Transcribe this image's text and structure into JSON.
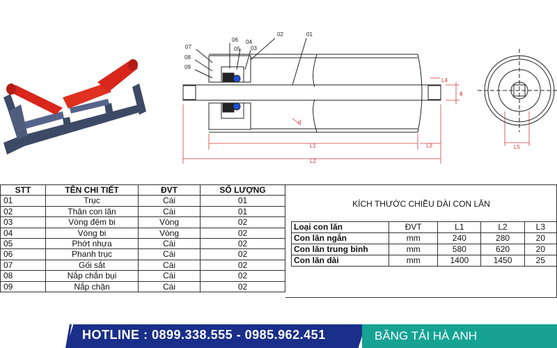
{
  "drawing": {
    "labels": {
      "p01": "01",
      "p02": "02",
      "p03": "03",
      "p04": "04",
      "p05": "05",
      "p06": "06",
      "p07": "07",
      "p08": "08",
      "p09": "09",
      "d": "d",
      "L1": "L1",
      "L2": "L2",
      "L3": "L3",
      "L4": "L4",
      "L5": "L5",
      "phi": "ϕ"
    }
  },
  "parts_table": {
    "headers": [
      "STT",
      "TÊN CHI TIẾT",
      "ĐVT",
      "SỐ LƯỢNG"
    ],
    "rows": [
      [
        "01",
        "Trục",
        "Cái",
        "01"
      ],
      [
        "02",
        "Thân con lăn",
        "Cái",
        "01"
      ],
      [
        "03",
        "Vòng đệm bi",
        "Vòng",
        "02"
      ],
      [
        "04",
        "Vòng bi",
        "Vòng",
        "02"
      ],
      [
        "05",
        "Phớt nhựa",
        "Cái",
        "02"
      ],
      [
        "06",
        "Phanh trục",
        "Cái",
        "02"
      ],
      [
        "07",
        "Gối sắt",
        "Cái",
        "02"
      ],
      [
        "08",
        "Nắp chắn bụi",
        "Cái",
        "02"
      ],
      [
        "09",
        "Nắp chặn",
        "Cái",
        "02"
      ]
    ]
  },
  "dims_table": {
    "title": "KÍCH THƯỚC CHIỀU DÀI CON LĂN",
    "headers": [
      "Loại con lăn",
      "ĐVT",
      "L1",
      "L2",
      "L3"
    ],
    "rows": [
      [
        "Con lăn ngắn",
        "mm",
        "240",
        "280",
        "20"
      ],
      [
        "Con lăn trung bình",
        "mm",
        "580",
        "620",
        "20"
      ],
      [
        "Con lăn dài",
        "mm",
        "1400",
        "1450",
        "25"
      ]
    ]
  },
  "footer": {
    "hotline": "HOTLINE : 0899.338.555 - 0985.962.451",
    "brand": "BĂNG TẢI HÀ ANH"
  },
  "colors": {
    "roller_red": "#d8261c",
    "frame_blue": "#3d4a66",
    "dim_red": "#d43a3a",
    "hotline_bg": "#1a2f8a",
    "brand_bg": "#16a394"
  }
}
